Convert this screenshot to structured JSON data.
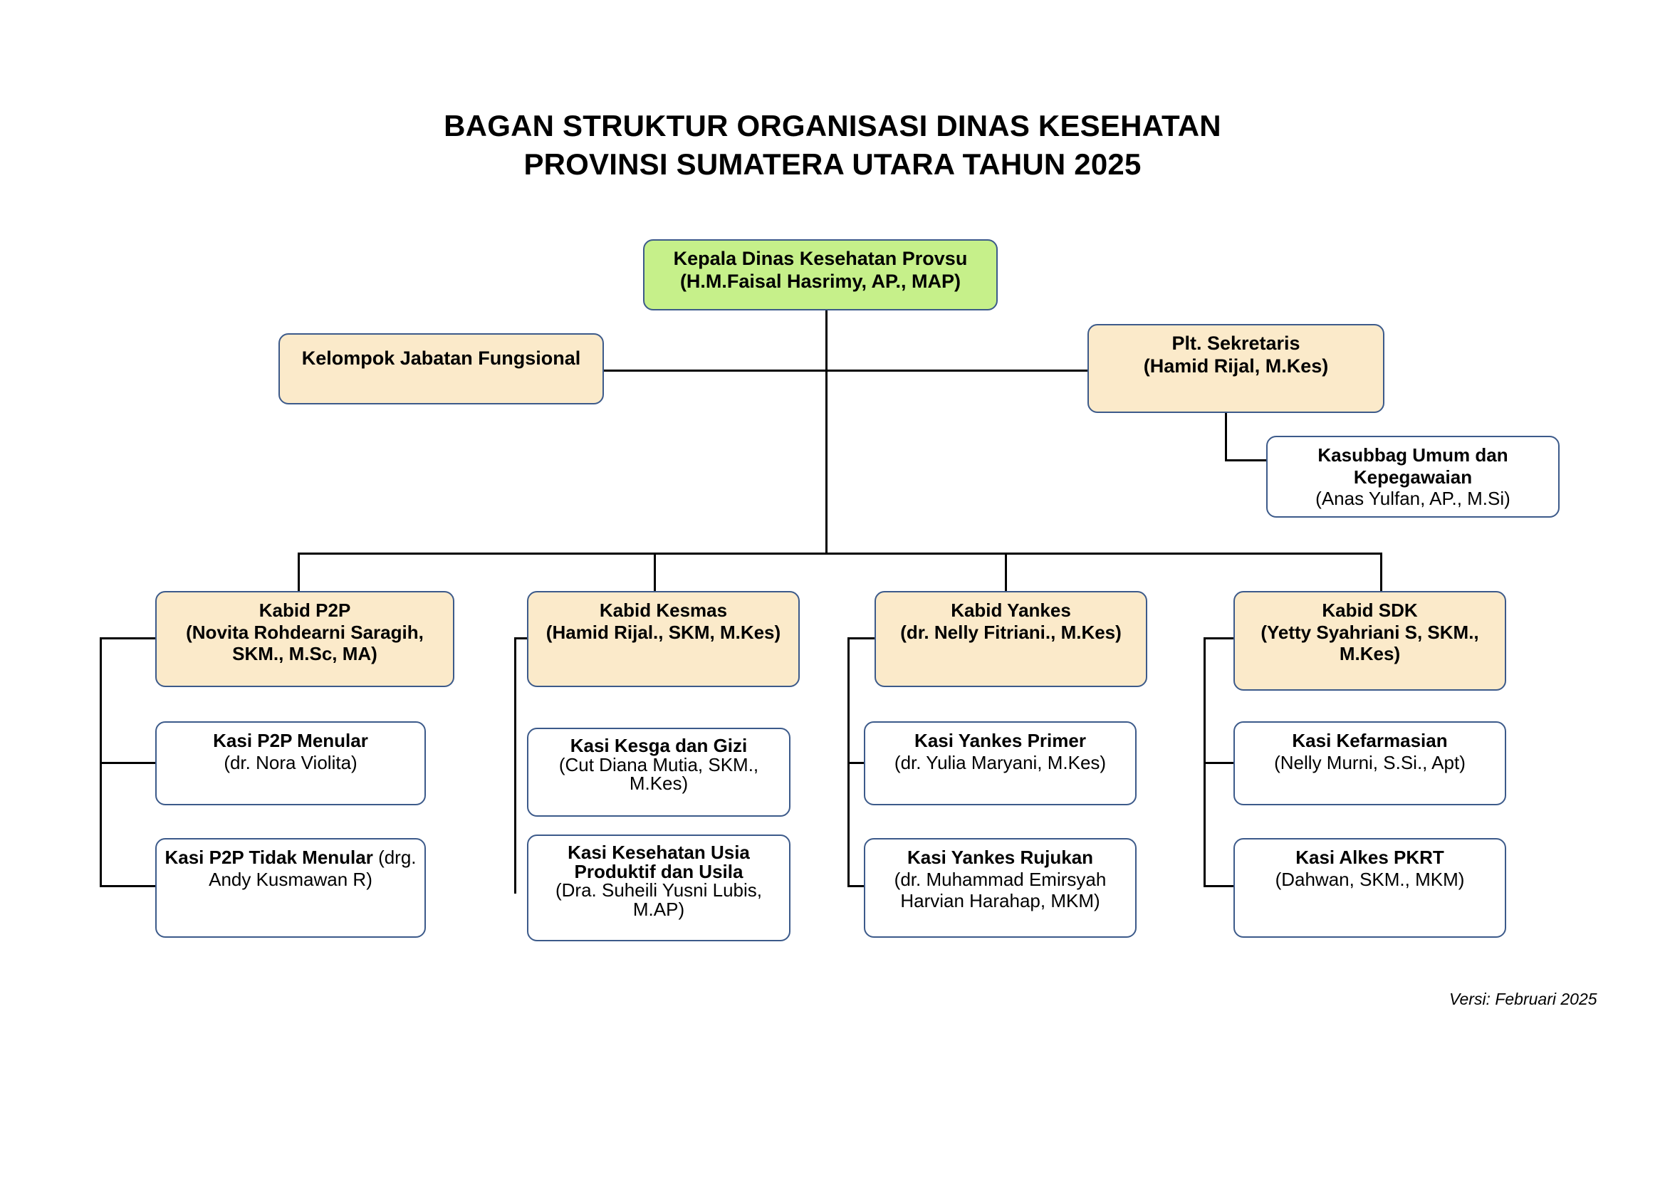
{
  "title": {
    "line1": "BAGAN STRUKTUR ORGANISASI DINAS KESEHATAN",
    "line2": "PROVINSI SUMATERA UTARA TAHUN 2025"
  },
  "footer": {
    "version": "Versi: Februari 2025"
  },
  "colors": {
    "head_fill": "#c6f08a",
    "unit_fill": "#fbeaca",
    "leaf_fill": "#ffffff",
    "border": "#3c5a8a",
    "connector": "#000000"
  },
  "org": {
    "head": {
      "title": "Kepala Dinas Kesehatan Provsu",
      "holder": "(H.M.Faisal Hasrimy, AP., MAP)"
    },
    "functional_group": {
      "title": "Kelompok Jabatan Fungsional",
      "holder": ""
    },
    "secretary": {
      "title": "Plt. Sekretaris",
      "holder": "(Hamid Rijal, M.Kes)"
    },
    "subsection": {
      "title_line1": "Kasubbag Umum dan",
      "title_line2": "Kepegawaian",
      "holder": "(Anas Yulfan, AP., M.Si)"
    },
    "divisions": [
      {
        "key": "p2p",
        "title": "Kabid P2P",
        "holder_line1": "(Novita Rohdearni Saragih,",
        "holder_line2": "SKM., M.Sc, MA)",
        "sections": [
          {
            "title": "Kasi P2P Menular",
            "holder": "(dr. Nora  Violita)",
            "inline": false
          },
          {
            "title": "Kasi P2P Tidak Menular",
            "holder": " (drg. Andy Kusmawan R)",
            "inline": true
          }
        ]
      },
      {
        "key": "kesmas",
        "title": "Kabid Kesmas",
        "holder_line1": "(Hamid Rijal., SKM, M.Kes)",
        "holder_line2": "",
        "sections": [
          {
            "title": "Kasi Kesga dan Gizi",
            "holder": "(Cut Diana Mutia, SKM., M.Kes)",
            "inline": false
          },
          {
            "title": "Kasi Kesehatan Usia Produktif dan Usila",
            "holder": "(Dra. Suheili Yusni Lubis, M.AP)",
            "inline": false
          }
        ]
      },
      {
        "key": "yankes",
        "title": "Kabid Yankes",
        "holder_line1": "(dr. Nelly Fitriani., M.Kes)",
        "holder_line2": "",
        "sections": [
          {
            "title": "Kasi Yankes Primer",
            "holder": "(dr. Yulia Maryani, M.Kes)",
            "inline": false
          },
          {
            "title": "Kasi Yankes Rujukan",
            "holder": "(dr. Muhammad Emirsyah Harvian Harahap, MKM)",
            "inline": false
          }
        ]
      },
      {
        "key": "sdk",
        "title": "Kabid SDK",
        "holder_line1": "(Yetty Syahriani S, SKM.,",
        "holder_line2": "M.Kes)",
        "sections": [
          {
            "title": "Kasi Kefarmasian",
            "holder": "(Nelly Murni, S.Si., Apt)",
            "inline": false
          },
          {
            "title": "Kasi Alkes PKRT",
            "holder": "(Dahwan, SKM., MKM)",
            "inline": false
          }
        ]
      }
    ]
  }
}
